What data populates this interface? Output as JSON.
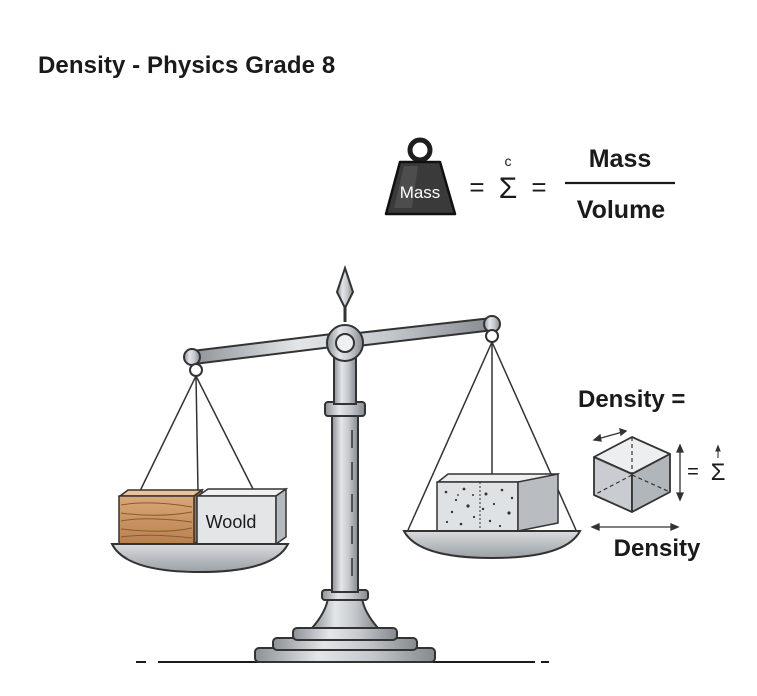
{
  "title": "Density - Physics Grade 8",
  "formula": {
    "weight_label": "Mass",
    "equals_1": "=",
    "sigma": "Σ",
    "sigma_superscript": "c",
    "equals_2": "=",
    "numerator": "Mass",
    "denominator": "Volume"
  },
  "balance": {
    "left_pan_block_label": "Woold"
  },
  "side_panel": {
    "heading": "Density =",
    "cube_equals": "=",
    "cube_sigma": "Σ",
    "caption": "Density"
  }
}
